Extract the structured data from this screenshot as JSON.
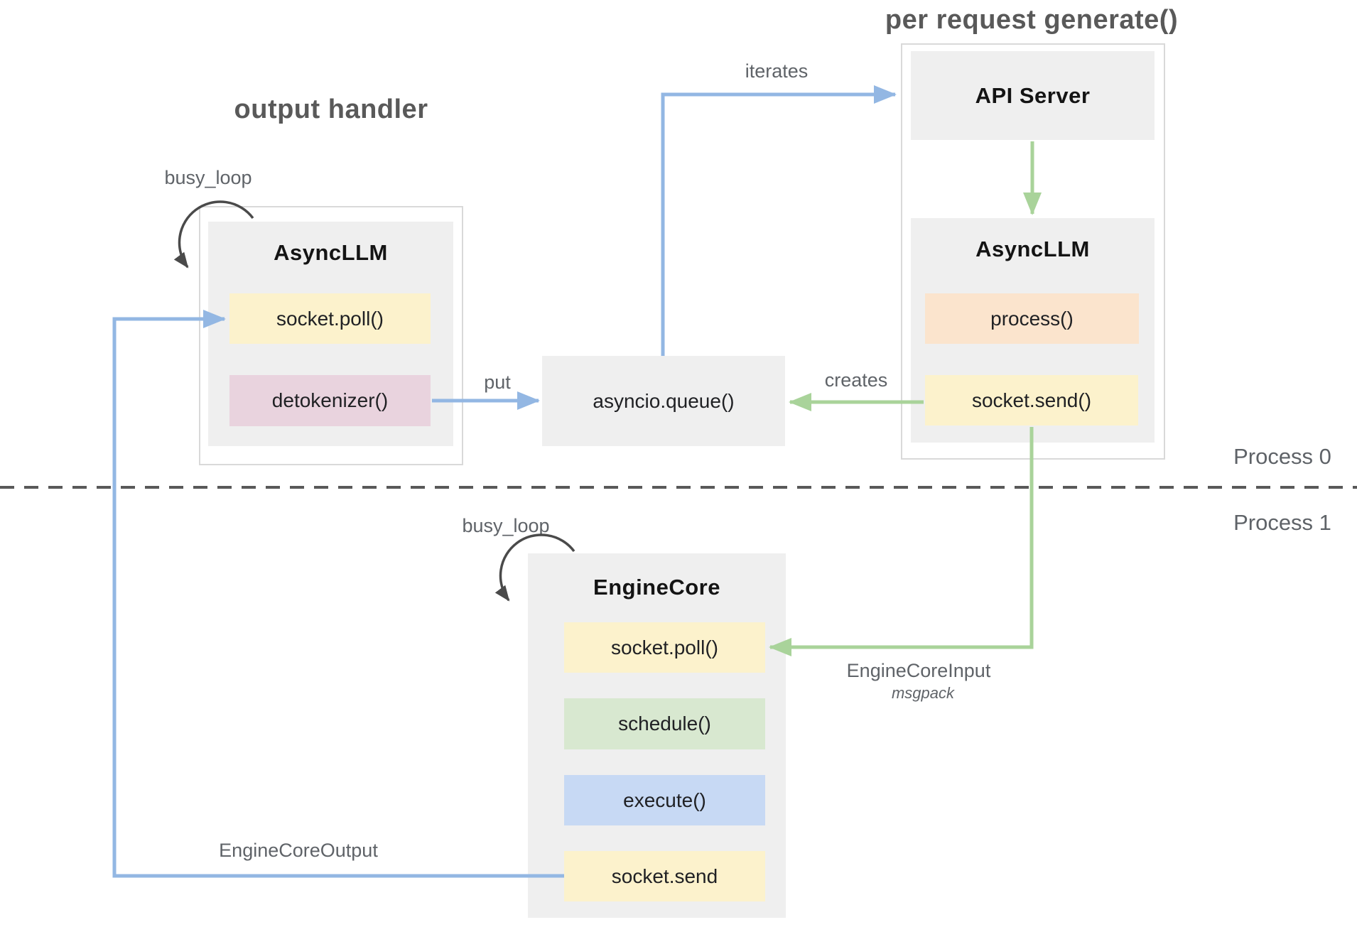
{
  "diagram": {
    "output_handler": {
      "title": "output handler",
      "busy_loop_label": "busy_loop",
      "component": "AsyncLLM",
      "methods": [
        {
          "label": "socket.poll()"
        },
        {
          "label": "detokenizer()"
        }
      ]
    },
    "per_request_generate": {
      "title": "per request generate()",
      "api_server_label": "API Server",
      "component": "AsyncLLM",
      "methods": [
        {
          "label": "process()"
        },
        {
          "label": "socket.send()"
        }
      ]
    },
    "engine_core": {
      "busy_loop_label": "busy_loop",
      "component": "EngineCore",
      "methods": [
        {
          "label": "socket.poll()"
        },
        {
          "label": "schedule()"
        },
        {
          "label": "execute()"
        },
        {
          "label": "socket.send"
        }
      ]
    },
    "queue": {
      "label": "asyncio.queue()"
    },
    "edges": {
      "iterates": "iterates",
      "put": "put",
      "creates": "creates",
      "engine_core_input": "EngineCoreInput",
      "engine_core_input_format": "msgpack",
      "engine_core_output": "EngineCoreOutput"
    },
    "processes": {
      "top": "Process 0",
      "bottom": "Process 1"
    }
  },
  "palette": {
    "panel_gray": "#efefef",
    "outer_border": "#d9d9d9",
    "method_yellow": "#fcf2cc",
    "method_pink": "#e9d3de",
    "method_peach": "#fbe4cd",
    "method_green": "#d8e8d0",
    "method_blue": "#c7d9f4",
    "arrow_blue": "#93b7e3",
    "arrow_green": "#a9d39a",
    "busy_loop_arrow": "#4a4a4a",
    "divider_gray": "#595959",
    "title_gray": "#595959",
    "label_gray": "#5f6368"
  }
}
